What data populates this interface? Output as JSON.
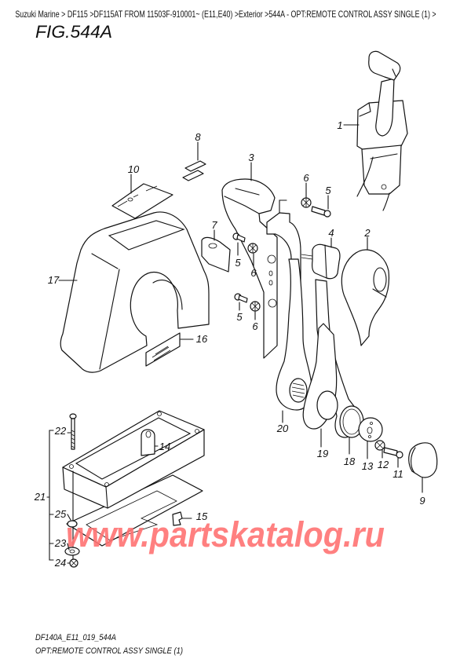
{
  "breadcrumb": [
    {
      "label": "Suzuki Marine",
      "sep": " > "
    },
    {
      "label": "DF115",
      "sep": " >"
    },
    {
      "label": "DF115AT FROM 11503F-910001~ (E11,E40)",
      "sep": " >"
    },
    {
      "label": "Exterior",
      "sep": " >"
    },
    {
      "label": "544A - OPT:REMOTE CONTROL ASSY SINGLE (1)",
      "sep": " >"
    }
  ],
  "figure_title": "FIG.544A",
  "diagram": {
    "callouts": [
      {
        "label": "1"
      },
      {
        "label": "8"
      },
      {
        "label": "3"
      },
      {
        "label": "10"
      },
      {
        "label": "6"
      },
      {
        "label": "5"
      },
      {
        "label": "7"
      },
      {
        "label": "4"
      },
      {
        "label": "2"
      },
      {
        "label": "5"
      },
      {
        "label": "6"
      },
      {
        "label": "17"
      },
      {
        "label": "5"
      },
      {
        "label": "6"
      },
      {
        "label": "16"
      },
      {
        "label": "20"
      },
      {
        "label": "22"
      },
      {
        "label": "14"
      },
      {
        "label": "19"
      },
      {
        "label": "18"
      },
      {
        "label": "13"
      },
      {
        "label": "12"
      },
      {
        "label": "11"
      },
      {
        "label": "9"
      },
      {
        "label": "21"
      },
      {
        "label": "25"
      },
      {
        "label": "15"
      },
      {
        "label": "23"
      },
      {
        "label": "24"
      }
    ]
  },
  "watermark": {
    "text": "www.partskatalog.ru",
    "color": "#ff7373"
  },
  "footer": {
    "code": "DF140A_E11_019_544A",
    "caption": "OPT:REMOTE CONTROL ASSY SINGLE (1)"
  }
}
